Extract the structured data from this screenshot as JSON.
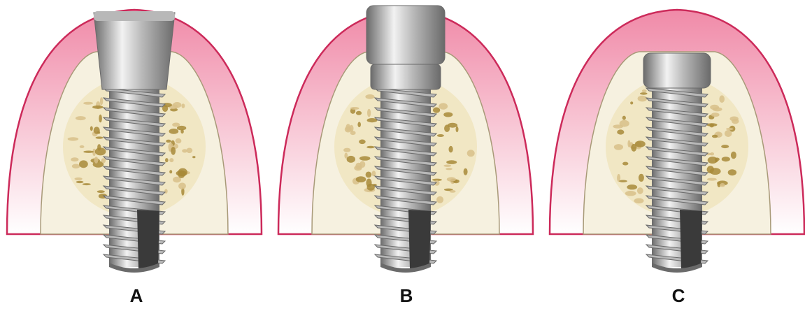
{
  "panels": [
    {
      "label": "A",
      "abutment": "tapered"
    },
    {
      "label": "B",
      "abutment": "straight"
    },
    {
      "label": "C",
      "abutment": "short"
    }
  ],
  "colors": {
    "gingiva_outline": "#cc2a5a",
    "gingiva_fill_top": "#f08aa8",
    "gingiva_fill_bottom": "#ffffff",
    "bone_outline": "#a89a78",
    "bone_fill": "#f6f1e0",
    "trabecular": "#d8c08a",
    "trabecular_dark": "#a88a3a",
    "metal_light": "#f2f2f2",
    "metal_mid": "#b8b8b8",
    "metal_dark": "#6a6a6a",
    "cutting_groove": "#3a3a3a"
  }
}
